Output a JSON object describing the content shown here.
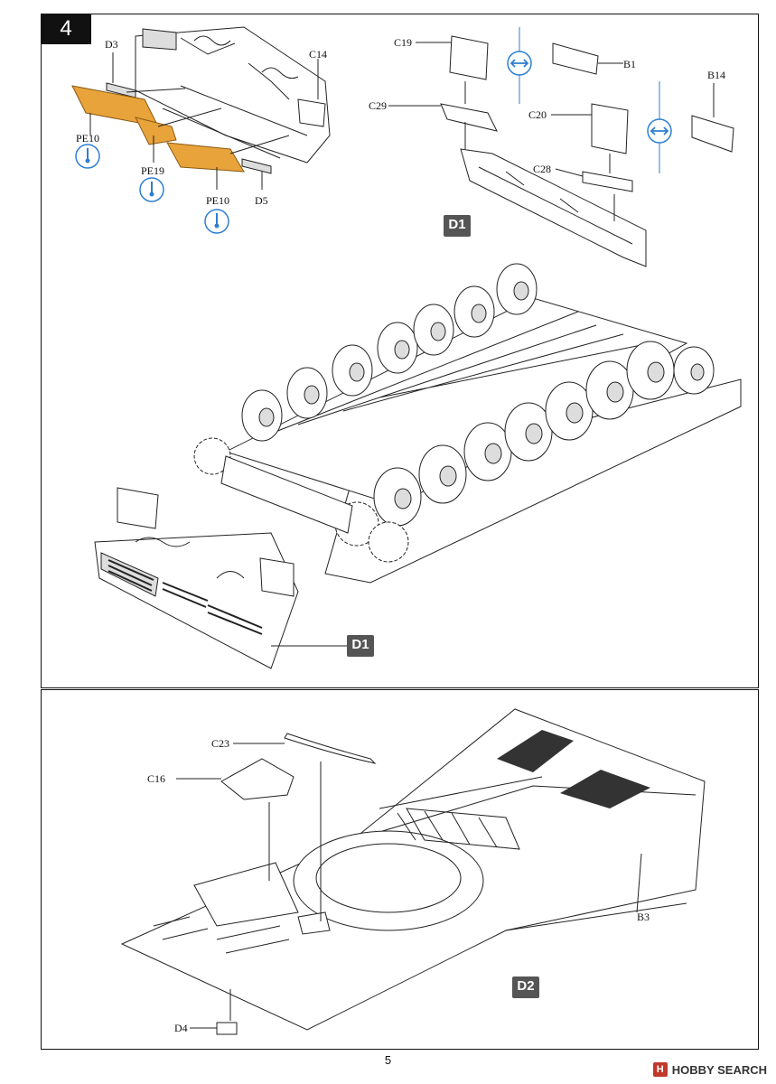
{
  "page": {
    "number": "5"
  },
  "step": {
    "number": "4"
  },
  "top_panel": {
    "labels": {
      "d3": "D3",
      "c14": "C14",
      "pe10_a": "PE10",
      "pe19": "PE19",
      "pe10_b": "PE10",
      "d5": "D5",
      "c19": "C19",
      "b1": "B1",
      "c29": "C29",
      "c20": "C20",
      "b14": "B14",
      "c28": "C28"
    },
    "tags": {
      "d1_top": "D1",
      "d1_bottom": "D1"
    }
  },
  "bottom_panel": {
    "labels": {
      "c23": "C23",
      "c16": "C16",
      "b3": "B3",
      "d4": "D4"
    },
    "tags": {
      "d2": "D2"
    }
  },
  "watermark": {
    "text": "HOBBY SEARCH",
    "logo_letter": "H"
  },
  "colors": {
    "photo_etch": "#E8A33A",
    "glue_icon": "#2E7FD1"
  }
}
